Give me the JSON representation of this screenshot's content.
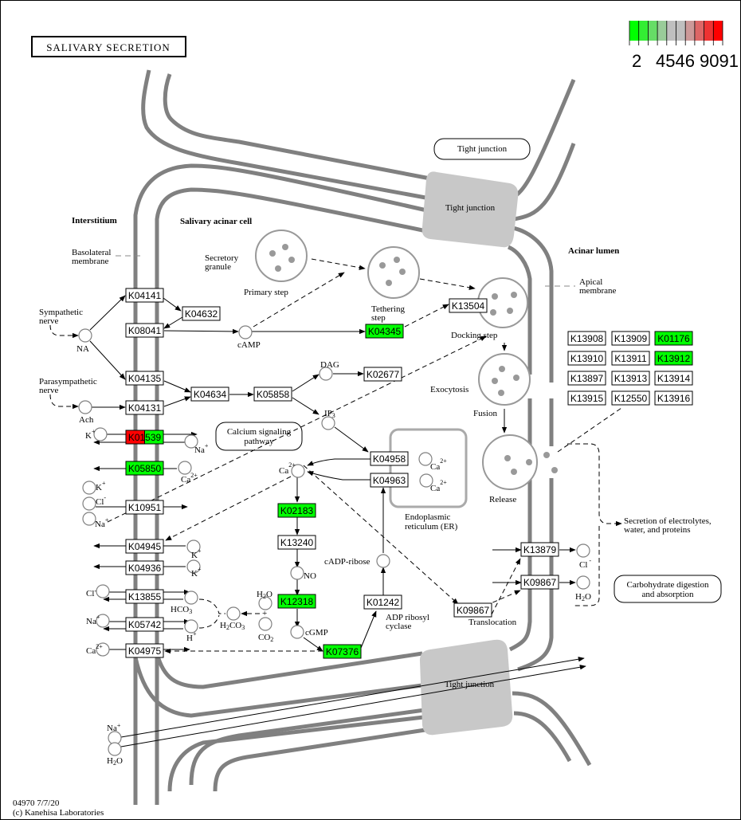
{
  "title": "SALIVARY SECRETION",
  "legend": {
    "colors": [
      "#00ff00",
      "#33ee33",
      "#66dd66",
      "#99cc99",
      "#bfbfbf",
      "#bfbfbf",
      "#cc9999",
      "#dd6666",
      "#ee3333",
      "#ff0000"
    ],
    "labels": [
      "2",
      "4546",
      "9091"
    ]
  },
  "regions": {
    "interstitium": "Interstitium",
    "acinar_cell": "Salivary acinar cell",
    "acinar_lumen": "Acinar lumen",
    "basolateral_membrane": [
      "Basolateral",
      "membrane"
    ],
    "apical_membrane": [
      "Apical",
      "membrane"
    ]
  },
  "labels": {
    "sympathetic_nerve": [
      "Sympathetic",
      "nerve"
    ],
    "parasympathetic_nerve": [
      "Parasympathetic",
      "nerve"
    ],
    "na": "NA",
    "ach": "Ach",
    "camp": "cAMP",
    "dag": "DAG",
    "ip3": "IP3",
    "ca": "Ca",
    "no": "NO",
    "cgmp": "cGMP",
    "cadp_ribose": "cADP-ribose",
    "adp_ribosyl_cyclase": [
      "ADP ribosyl",
      "cyclase"
    ],
    "secretory_granule": [
      "Secretory",
      "granule"
    ],
    "primary_step": "Primary step",
    "tethering_step": [
      "Tethering",
      "step"
    ],
    "docking_step": "Docking step",
    "exocytosis": "Exocytosis",
    "fusion": "Fusion",
    "release": "Release",
    "translocation": "Translocation",
    "er": [
      "Endoplasmic",
      "reticulum (ER)"
    ],
    "tight_junction": "Tight junction",
    "secretion": [
      "Secretion of electrolytes,",
      "water, and proteins"
    ],
    "h2o": "H2O",
    "co2": "CO2",
    "h2co3": "H2CO3",
    "hco3": "HCO3",
    "k": "K",
    "cl": "Cl",
    "h": "H"
  },
  "maps": {
    "calcium_signaling": [
      "Calcium signaling",
      "pathway"
    ],
    "tight_junction": "Tight junction",
    "carbohydrate": [
      "Carbohydrate digestion",
      "and absorption"
    ]
  },
  "genes": [
    {
      "id": "K04141",
      "color": "#ffffff"
    },
    {
      "id": "K04632",
      "color": "#ffffff"
    },
    {
      "id": "K08041",
      "color": "#ffffff"
    },
    {
      "id": "K04135",
      "color": "#ffffff"
    },
    {
      "id": "K04131",
      "color": "#ffffff"
    },
    {
      "id": "K04634",
      "color": "#ffffff"
    },
    {
      "id": "K05858",
      "color": "#ffffff"
    },
    {
      "id": "K02677",
      "color": "#ffffff"
    },
    {
      "id": "K01539",
      "color": "split",
      "left": "#ff0000",
      "right": "#00ff00"
    },
    {
      "id": "K05850",
      "color": "#00ff00"
    },
    {
      "id": "K10951",
      "color": "#ffffff"
    },
    {
      "id": "K04945",
      "color": "#ffffff"
    },
    {
      "id": "K04936",
      "color": "#ffffff"
    },
    {
      "id": "K13855",
      "color": "#ffffff"
    },
    {
      "id": "K05742",
      "color": "#ffffff"
    },
    {
      "id": "K04975",
      "color": "#ffffff"
    },
    {
      "id": "K04345",
      "color": "#00ff00"
    },
    {
      "id": "K13504",
      "color": "#ffffff"
    },
    {
      "id": "K04958",
      "color": "#ffffff"
    },
    {
      "id": "K04963",
      "color": "#ffffff"
    },
    {
      "id": "K02183",
      "color": "#00ff00"
    },
    {
      "id": "K13240",
      "color": "#ffffff"
    },
    {
      "id": "K12318",
      "color": "#00ff00"
    },
    {
      "id": "K07376",
      "color": "#00ff00"
    },
    {
      "id": "K01242",
      "color": "#ffffff"
    },
    {
      "id": "K09867",
      "color": "#ffffff"
    },
    {
      "id": "K13879",
      "color": "#ffffff"
    },
    {
      "id": "K09867",
      "color": "#ffffff"
    },
    {
      "id": "K13908",
      "color": "#ffffff"
    },
    {
      "id": "K13909",
      "color": "#ffffff"
    },
    {
      "id": "K01176",
      "color": "#00ff00"
    },
    {
      "id": "K13910",
      "color": "#ffffff"
    },
    {
      "id": "K13911",
      "color": "#ffffff"
    },
    {
      "id": "K13912",
      "color": "#00ff00"
    },
    {
      "id": "K13897",
      "color": "#ffffff"
    },
    {
      "id": "K13913",
      "color": "#ffffff"
    },
    {
      "id": "K13914",
      "color": "#ffffff"
    },
    {
      "id": "K13915",
      "color": "#ffffff"
    },
    {
      "id": "K12550",
      "color": "#ffffff"
    },
    {
      "id": "K13916",
      "color": "#ffffff"
    }
  ],
  "footer": {
    "map_id": "04970 7/7/20",
    "copyright": "(c) Kanehisa Laboratories"
  }
}
